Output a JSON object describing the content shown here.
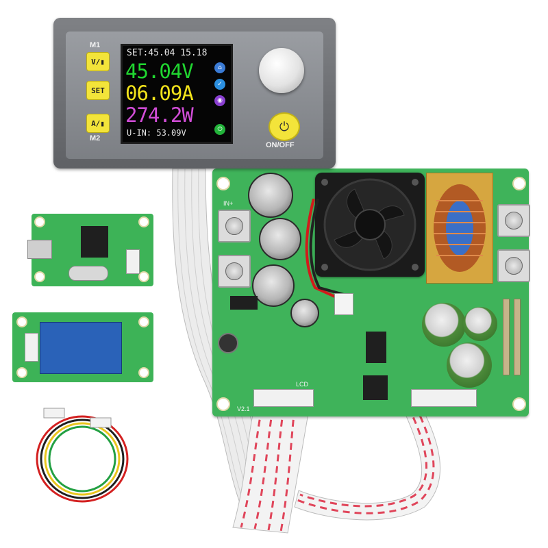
{
  "control_unit": {
    "buttons": {
      "v_button": "V/▮",
      "set_button": "SET",
      "a_button": "A/▮"
    },
    "labels": {
      "m1": "M1",
      "m2": "M2",
      "onoff": "ON/OFF"
    },
    "display": {
      "set_line": "SET:45.04 15.18",
      "voltage": "45.04V",
      "current": "06.09A",
      "power": "274.2W",
      "input_line": "U-IN: 53.09V"
    }
  },
  "main_board": {
    "silkscreen": {
      "in_plus": "IN+",
      "lcd": "LCD",
      "v2": "V2.1"
    }
  },
  "accessories": {
    "items": [
      "usb-communication-module",
      "bluetooth-module",
      "4-pin-cable"
    ]
  }
}
